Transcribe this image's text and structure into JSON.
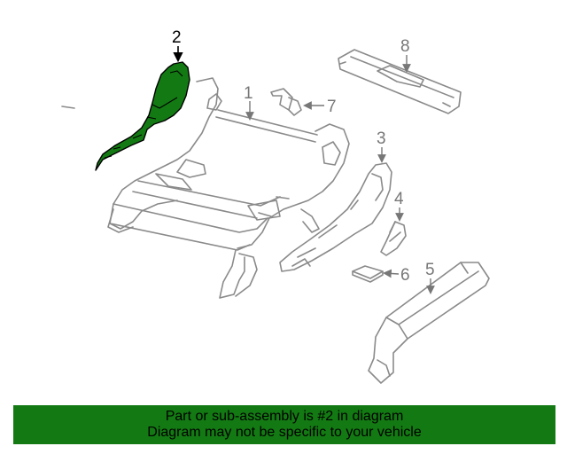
{
  "diagram": {
    "highlight_color": "#137a13",
    "parts": [
      {
        "number": "1"
      },
      {
        "number": "2",
        "highlighted": true
      },
      {
        "number": "3"
      },
      {
        "number": "4"
      },
      {
        "number": "5"
      },
      {
        "number": "6"
      },
      {
        "number": "7"
      },
      {
        "number": "8"
      }
    ]
  },
  "footer": {
    "line1": "Part or sub-assembly is #2 in diagram",
    "line2": "Diagram may not be specific to your vehicle",
    "background": "#137a13"
  }
}
